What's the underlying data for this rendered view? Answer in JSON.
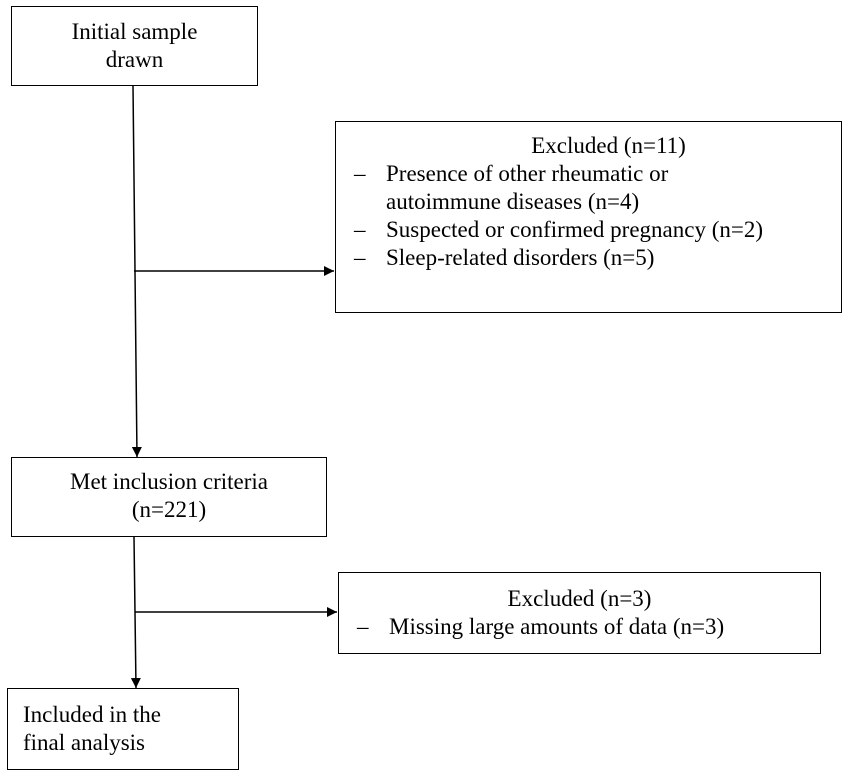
{
  "nodes": {
    "initial": {
      "lines": [
        "Initial sample",
        "drawn"
      ]
    },
    "excluded1": {
      "title": "Excluded (n=11)",
      "items": [
        {
          "lines": [
            "Presence of other rheumatic or",
            "autoimmune diseases (n=4)"
          ]
        },
        {
          "lines": [
            "Suspected or confirmed pregnancy (n=2)"
          ]
        },
        {
          "lines": [
            "Sleep-related disorders (n=5)"
          ]
        }
      ]
    },
    "met": {
      "lines": [
        "Met inclusion criteria",
        "(n=221)"
      ]
    },
    "excluded2": {
      "title": "Excluded (n=3)",
      "items": [
        {
          "lines": [
            "Missing large amounts of data (n=3)"
          ]
        }
      ]
    },
    "final": {
      "lines": [
        "Included in the",
        "final analysis"
      ]
    }
  },
  "bullet_glyph": "–"
}
